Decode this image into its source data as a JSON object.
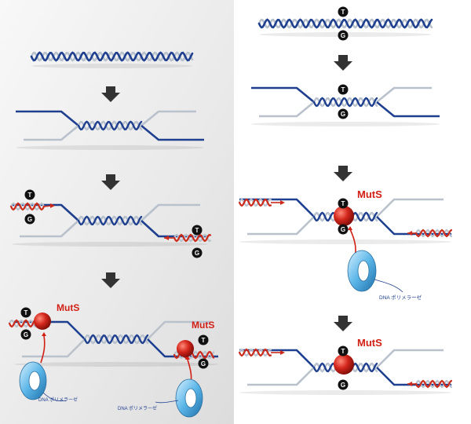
{
  "colors": {
    "background_left": "#e8e8e8",
    "background_right": "#ffffff",
    "strand_blue": "#1f3f8f",
    "strand_grey": "#b9c2cc",
    "strand_red": "#cc2a1a",
    "protein_red": "#c8201a",
    "clamp_blue": "#4aa3d8",
    "arrow_dark": "#333333",
    "badge_black": "#111111"
  },
  "labels": {
    "mismatch_top": "T",
    "mismatch_bottom": "G",
    "protein": "MutS",
    "polymerase": "DNA ポリメラーゼ"
  },
  "left_panel": {
    "step3": {
      "top_badge": "T",
      "bottom_badge": "G",
      "right_top_badge": "T",
      "right_bottom_badge": "G"
    },
    "step4": {
      "protein_a": "MutS",
      "protein_b": "MutS",
      "polymerase_a": "DNA ポリメラーゼ",
      "polymerase_b": "DNA ポリメラーゼ"
    }
  },
  "right_panel": {
    "step1": {
      "top_badge": "T",
      "bottom_badge": "G"
    },
    "step2": {
      "top_badge": "T",
      "bottom_badge": "G"
    },
    "step3": {
      "protein": "MutS",
      "top_badge": "T",
      "bottom_badge": "G",
      "polymerase": "DNA ポリメラーゼ"
    },
    "step4": {
      "protein": "MutS",
      "top_badge": "T",
      "bottom_badge": "G"
    }
  }
}
